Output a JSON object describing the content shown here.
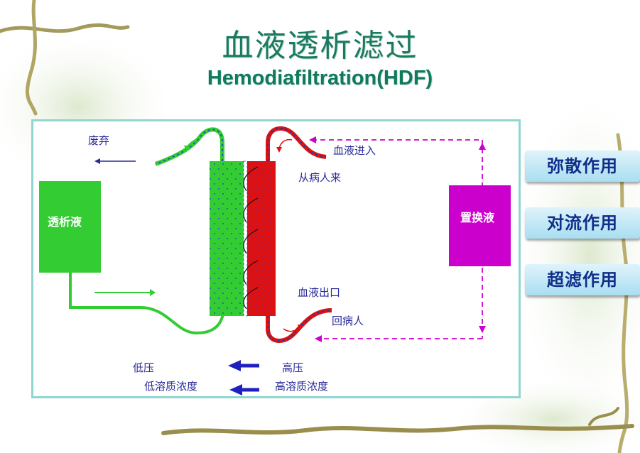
{
  "title_cn": "血液透析滤过",
  "title_en": "Hemodiafiltration(HDF)",
  "diagram": {
    "waste_label": "废弃",
    "dialysate_label": "透析液",
    "replacement_label": "置换液",
    "blood_in_label": "血液进入",
    "from_patient_label": "从病人来",
    "blood_out_label": "血液出口",
    "return_patient_label": "回病人",
    "low_pressure_label": "低压",
    "low_solute_label": "低溶质浓度",
    "high_pressure_label": "高压",
    "high_solute_label": "高溶质浓度"
  },
  "side_buttons": [
    "弥散作用",
    "对流作用",
    "超滤作用"
  ],
  "colors": {
    "title": "#1a7a60",
    "dialysate_green": "#33cc33",
    "blood_red": "#dd1111",
    "replacement_magenta": "#cc00cc",
    "label_blue": "#2a2a9a",
    "panel_border": "#8fd6d0",
    "button_text": "#102e8a"
  }
}
